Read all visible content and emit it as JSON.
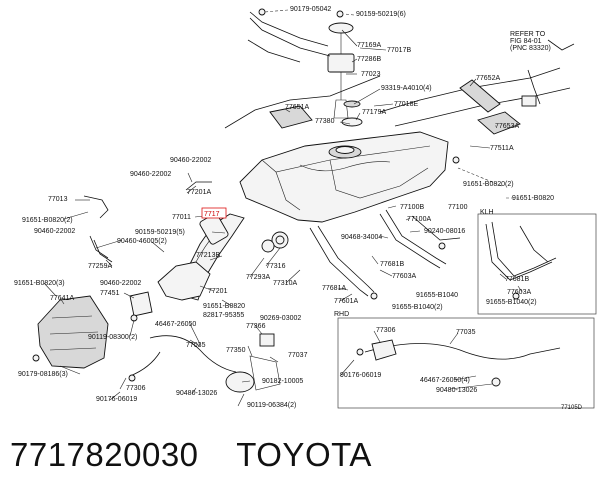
{
  "diagram": {
    "highlighted_part": "7717",
    "corner_code": "77105D",
    "section_label_klh": "KLH",
    "section_label_rhd": "RHD",
    "refer_note": [
      "REFER TO",
      "FIG 84-01",
      "(PNC 83320)"
    ],
    "callouts": [
      {
        "id": "c1",
        "text": "90179-05042"
      },
      {
        "id": "c2",
        "text": "90159-50219(6)"
      },
      {
        "id": "c3",
        "text": "77169A"
      },
      {
        "id": "c4",
        "text": "77017B"
      },
      {
        "id": "c5",
        "text": "77286B"
      },
      {
        "id": "c6",
        "text": "77023"
      },
      {
        "id": "c7",
        "text": "93319-A4010(4)"
      },
      {
        "id": "c8",
        "text": "77018E"
      },
      {
        "id": "c9",
        "text": "77179A"
      },
      {
        "id": "c10",
        "text": "77651A"
      },
      {
        "id": "c11",
        "text": "77380"
      },
      {
        "id": "c12",
        "text": "77652A"
      },
      {
        "id": "c13",
        "text": "77653A"
      },
      {
        "id": "c14",
        "text": "77511A"
      },
      {
        "id": "c15",
        "text": "90460-22002"
      },
      {
        "id": "c16",
        "text": "90460-22002"
      },
      {
        "id": "c17",
        "text": "77201A"
      },
      {
        "id": "c18",
        "text": "77013"
      },
      {
        "id": "c19",
        "text": "91651-B0820(2)"
      },
      {
        "id": "c20",
        "text": "91651-B0820(2)"
      },
      {
        "id": "c21",
        "text": "77011"
      },
      {
        "id": "c22",
        "text": "91651-B0820"
      },
      {
        "id": "c23",
        "text": "90460-22002"
      },
      {
        "id": "c24",
        "text": "90159-50219(5)"
      },
      {
        "id": "c25",
        "text": "90460-46005(2)"
      },
      {
        "id": "c26",
        "text": "77213B"
      },
      {
        "id": "c27",
        "text": "77100B"
      },
      {
        "id": "c28",
        "text": "77100"
      },
      {
        "id": "c29",
        "text": "77100A"
      },
      {
        "id": "c30",
        "text": "90240-08016"
      },
      {
        "id": "c31",
        "text": "90468-34004"
      },
      {
        "id": "c32",
        "text": "77259A"
      },
      {
        "id": "c33",
        "text": "77293A"
      },
      {
        "id": "c34",
        "text": "77316"
      },
      {
        "id": "c35",
        "text": "77310A"
      },
      {
        "id": "c36",
        "text": "77681B"
      },
      {
        "id": "c37",
        "text": "77603A"
      },
      {
        "id": "c38",
        "text": "77681B"
      },
      {
        "id": "c39",
        "text": "77603A"
      },
      {
        "id": "c40",
        "text": "91651-B0820(3)"
      },
      {
        "id": "c41",
        "text": "90460-22002"
      },
      {
        "id": "c42",
        "text": "77641A"
      },
      {
        "id": "c43",
        "text": "77451"
      },
      {
        "id": "c44",
        "text": "77201"
      },
      {
        "id": "c45",
        "text": "91651-B0820"
      },
      {
        "id": "c46",
        "text": "82817-95355"
      },
      {
        "id": "c47",
        "text": "77681A"
      },
      {
        "id": "c48",
        "text": "77601A"
      },
      {
        "id": "c49",
        "text": "91655-B1040"
      },
      {
        "id": "c50",
        "text": "91655-B1040(2)"
      },
      {
        "id": "c51",
        "text": "91655-B1040(2)"
      },
      {
        "id": "c52",
        "text": "46467-26050"
      },
      {
        "id": "c53",
        "text": "90269-03002"
      },
      {
        "id": "c54",
        "text": "77366"
      },
      {
        "id": "c55",
        "text": "90119-08300(2)"
      },
      {
        "id": "c56",
        "text": "77035"
      },
      {
        "id": "c57",
        "text": "77350"
      },
      {
        "id": "c58",
        "text": "77037"
      },
      {
        "id": "c59",
        "text": "77306"
      },
      {
        "id": "c60",
        "text": "77035"
      },
      {
        "id": "c61",
        "text": "90179-08186(3)"
      },
      {
        "id": "c62",
        "text": "77306"
      },
      {
        "id": "c63",
        "text": "90182-10005"
      },
      {
        "id": "c64",
        "text": "90480-13026"
      },
      {
        "id": "c65",
        "text": "90176-06019"
      },
      {
        "id": "c66",
        "text": "90119-06384(2)"
      },
      {
        "id": "c67",
        "text": "90176-06019"
      },
      {
        "id": "c68",
        "text": "46467-26050(4)"
      },
      {
        "id": "c69",
        "text": "90480-13026"
      }
    ]
  },
  "footer": {
    "part_number": "7717820030",
    "brand": "TOYOTA"
  }
}
